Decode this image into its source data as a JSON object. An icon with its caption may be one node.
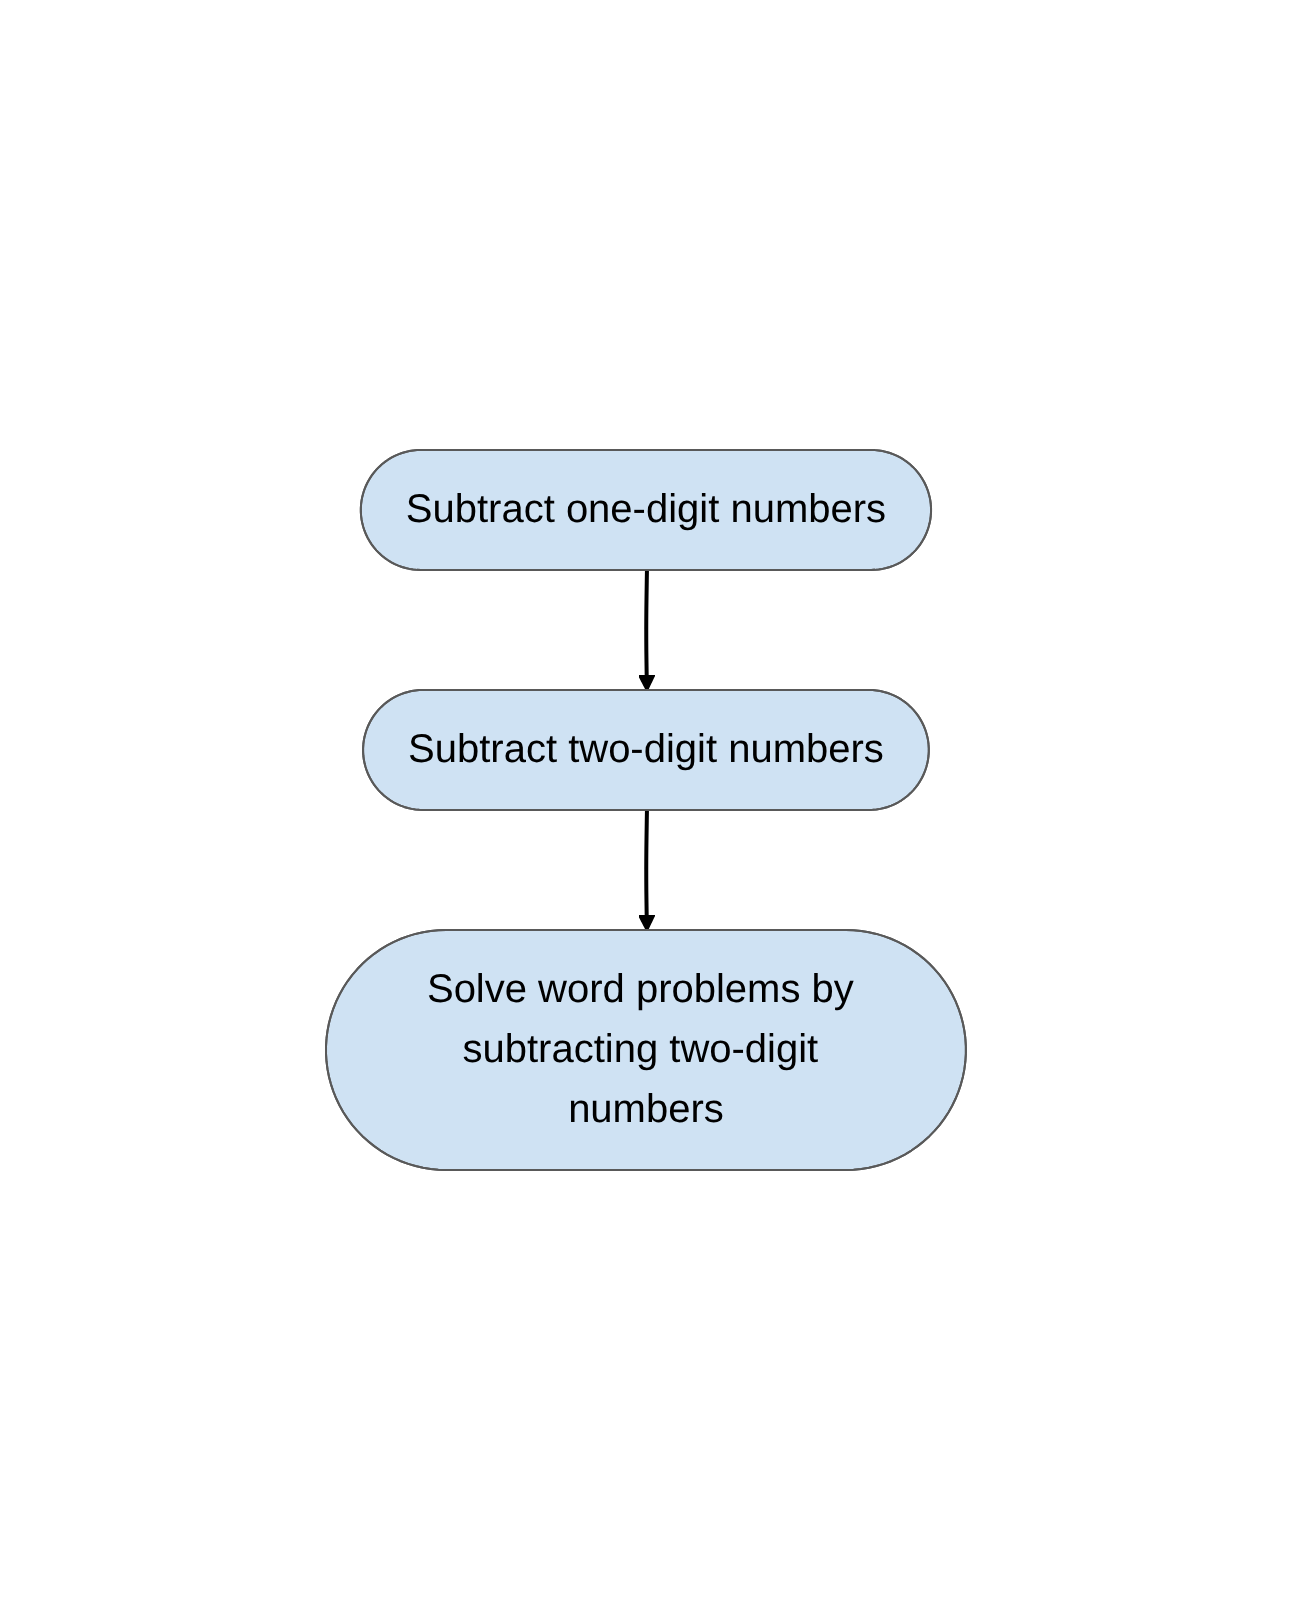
{
  "diagram": {
    "nodes": [
      {
        "text": [
          "Subtract one-digit numbers"
        ]
      },
      {
        "text": [
          "Subtract two-digit numbers"
        ]
      },
      {
        "text": [
          "Solve word problems by subtracting two-digit numbers"
        ]
      }
    ],
    "edges": [
      {
        "from": 0,
        "to": 1,
        "arrow": "to"
      },
      {
        "from": 1,
        "to": 2,
        "arrow": "to"
      }
    ]
  }
}
